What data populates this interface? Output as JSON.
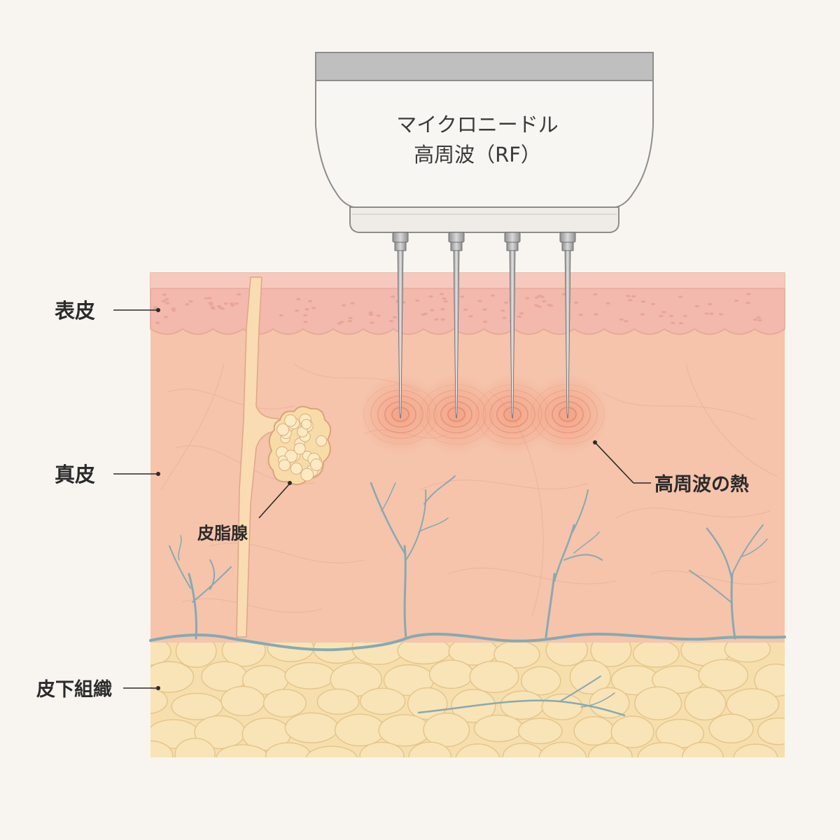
{
  "device": {
    "line1": "マイクロニードル",
    "line2": "高周波（RF）"
  },
  "labels": {
    "epidermis": "表皮",
    "dermis": "真皮",
    "subcutaneous": "皮下組織",
    "sebaceous_gland": "皮脂腺",
    "rf_heat": "高周波の熱"
  },
  "colors": {
    "background": "#f8f5f0",
    "epidermis": "#f2b9ac",
    "dermis": "#f5c4ab",
    "fat": "#f6dfac",
    "vessel": "#86aab2",
    "device_body": "#f7f5f1",
    "device_top": "#bdbdbd",
    "heat": "#e8846a"
  }
}
